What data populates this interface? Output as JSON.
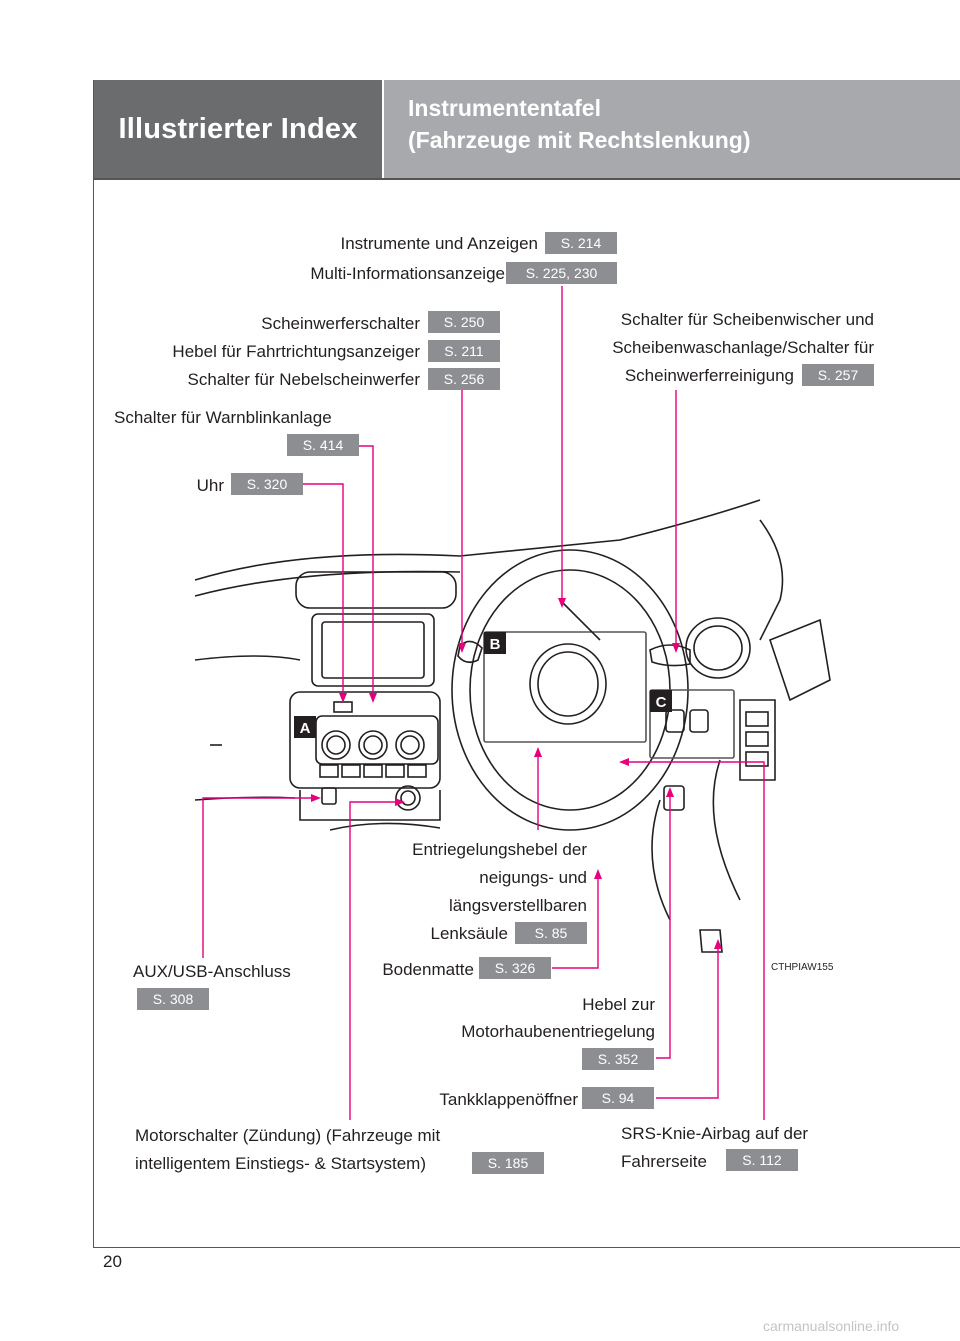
{
  "header": {
    "section": "Illustrierter Index",
    "title_line1": "Instrumententafel",
    "title_line2": "(Fahrzeuge mit Rechtslenkung)"
  },
  "callouts": {
    "instrumente": {
      "text": "Instrumente und Anzeigen",
      "page": "S. 214"
    },
    "multi_info": {
      "text": "Multi-Informationsanzeige",
      "page": "S. 225, 230"
    },
    "scheinwerfer": {
      "text": "Scheinwerferschalter",
      "page": "S. 250"
    },
    "blinker": {
      "text": "Hebel für Fahrtrichtungsanzeiger",
      "page": "S. 211"
    },
    "nebel": {
      "text": "Schalter für Nebelscheinwerfer",
      "page": "S. 256"
    },
    "warnblink": {
      "text": "Schalter für Warnblinkanlage",
      "page": "S. 414"
    },
    "uhr": {
      "text": "Uhr",
      "page": "S. 320"
    },
    "wischer": {
      "line1": "Schalter für Scheibenwischer und",
      "line2": "Scheibenwaschanlage/Schalter für",
      "line3": "Scheinwerferreinigung",
      "page": "S. 257"
    },
    "lenksaeule": {
      "line1": "Entriegelungshebel der",
      "line2": "neigungs- und",
      "line3": "längsverstellbaren",
      "line4": "Lenksäule",
      "page": "S. 85"
    },
    "aux": {
      "text": "AUX/USB-Anschluss",
      "page": "S. 308"
    },
    "bodenmatte": {
      "text": "Bodenmatte",
      "page": "S. 326"
    },
    "motorhaube": {
      "line1": "Hebel zur",
      "line2": "Motorhaubenentriegelung",
      "page": "S. 352"
    },
    "tankklappe": {
      "text": "Tankklappenöffner",
      "page": "S. 94"
    },
    "motorschalter": {
      "line1": "Motorschalter (Zündung) (Fahrzeuge mit",
      "line2": "intelligentem Einstiegs- & Startsystem)",
      "page": "S. 185"
    },
    "knieairbag": {
      "line1": "SRS-Knie-Airbag auf der",
      "line2": "Fahrerseite",
      "page": "S. 112"
    }
  },
  "illustration": {
    "code": "CTHPIAW155",
    "markers": [
      "A",
      "B",
      "C"
    ],
    "leader_color": "#e6007e"
  },
  "page_number": "20",
  "watermark": "carmanualsonline.info"
}
